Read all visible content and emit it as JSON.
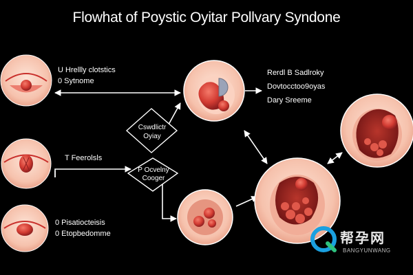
{
  "title": "Flowhat of Poystic Oyitar Pollvary Syndone",
  "left_nodes": [
    {
      "line1": "U  Hrellly clotstics",
      "line2": "0  Sytnome"
    },
    {
      "line1": "T Feerolsls",
      "line2": ""
    },
    {
      "line1": "0  Pisatiocteisis",
      "line2": "0  Etopbedomme"
    }
  ],
  "decision_1": {
    "line1": "Cswdlictr",
    "line2": "Oyiay"
  },
  "decision_2": {
    "line1": "P Ocvelny",
    "line2": "Cooger"
  },
  "right_text": {
    "line1": "Rerdl  B Sadlroky",
    "line2": "Dovtocctoo9oyas",
    "line3": "Dary Sreeme"
  },
  "watermark": {
    "main": "帮孕网",
    "sub": "BANGYUNWANG"
  },
  "colors": {
    "background": "#000000",
    "tissue": "#f6c2ad",
    "tissue_dark": "#c9302c",
    "arrow": "#ffffff"
  }
}
